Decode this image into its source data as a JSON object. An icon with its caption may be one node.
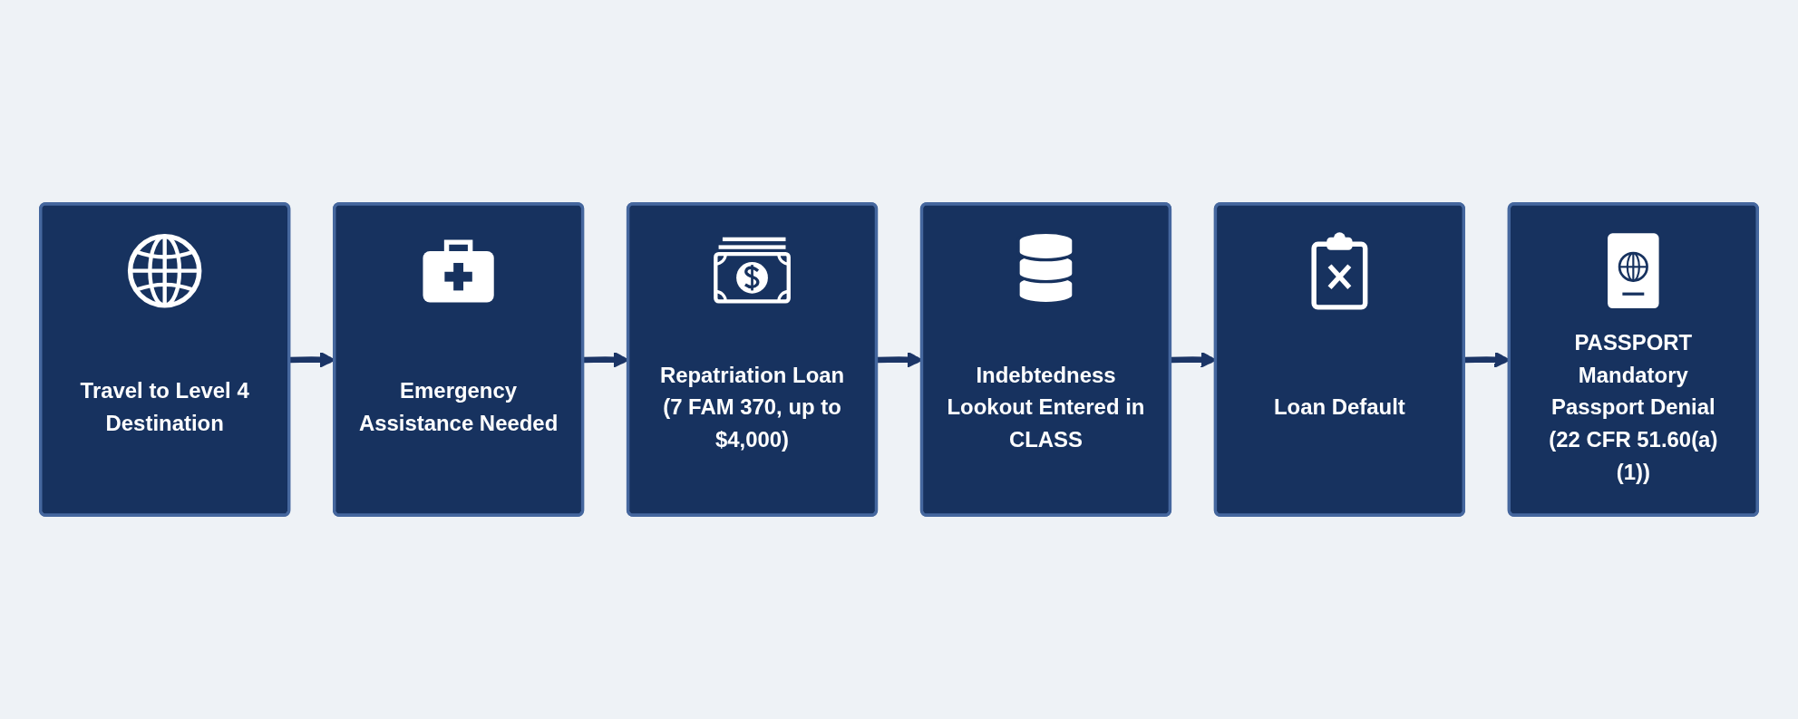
{
  "diagram": {
    "nodes": [
      {
        "text": [
          "Travel to Level 4 Destination"
        ]
      },
      {
        "text": [
          "Emergency Assistance Needed"
        ]
      },
      {
        "text": [
          "Repatriation Loan (7 FAM 370, up to $4,000)"
        ]
      },
      {
        "text": [
          "Indebtedness Lookout Entered in CLASS"
        ]
      },
      {
        "text": [
          "Loan Default"
        ]
      },
      {
        "text": [
          "PASSPORT",
          "Mandatory Passport Denial (22 CFR 51.60(a)(1))"
        ]
      }
    ],
    "edges": [
      {
        "from": 0,
        "to": 1,
        "arrow": "to"
      },
      {
        "from": 1,
        "to": 2,
        "arrow": "to"
      },
      {
        "from": 2,
        "to": 3,
        "arrow": "to"
      },
      {
        "from": 3,
        "to": 4,
        "arrow": "to"
      },
      {
        "from": 4,
        "to": 5,
        "arrow": "to"
      }
    ]
  }
}
